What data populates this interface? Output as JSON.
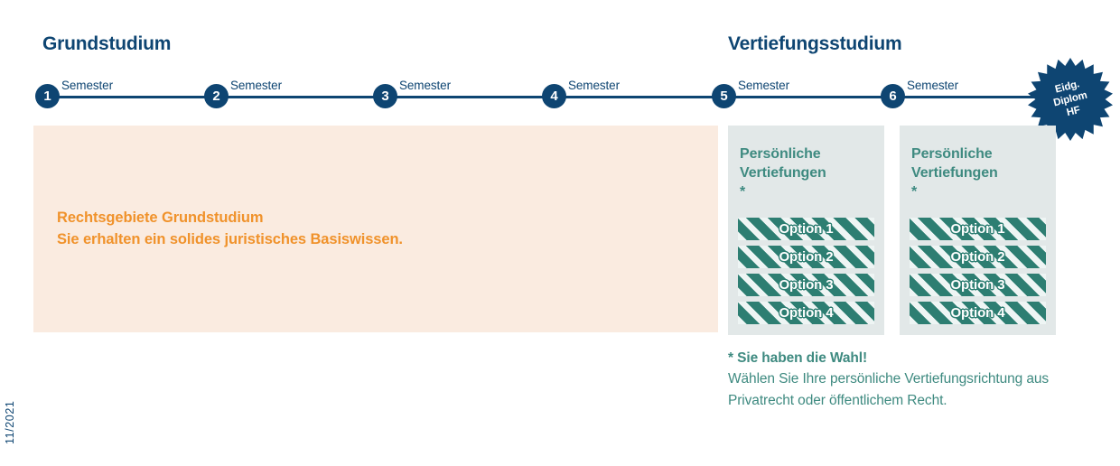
{
  "sections": {
    "basic_title": "Grundstudium",
    "advanced_title": "Vertiefungsstudium"
  },
  "timeline": {
    "nodes": [
      {
        "number": "1",
        "label": "Semester"
      },
      {
        "number": "2",
        "label": "Semester"
      },
      {
        "number": "3",
        "label": "Semester"
      },
      {
        "number": "4",
        "label": "Semester"
      },
      {
        "number": "5",
        "label": "Semester"
      },
      {
        "number": "6",
        "label": "Semester"
      }
    ]
  },
  "badge": {
    "line1": "Eidg.",
    "line2": "Diplom",
    "line3": "HF"
  },
  "basic_block": {
    "line1": "Rechtsgebiete Grundstudium",
    "line2": "Sie erhalten ein solides juristisches Basiswissen."
  },
  "panels": [
    {
      "heading_line1": "Persönliche",
      "heading_line2": "Vertiefungen",
      "star": "*",
      "options": [
        "Option 1",
        "Option 2",
        "Option 3",
        "Option 4"
      ]
    },
    {
      "heading_line1": "Persönliche",
      "heading_line2": "Vertiefungen",
      "star": "*",
      "options": [
        "Option 1",
        "Option 2",
        "Option 3",
        "Option 4"
      ]
    }
  ],
  "footnote": {
    "headline": "* Sie haben die Wahl!",
    "body": "Wählen Sie Ihre persönliche Vertiefungsrichtung aus Privatrecht oder öffentlichem Recht."
  },
  "meta": {
    "date": "11/2021"
  },
  "colors": {
    "navy": "#0E4572",
    "orange": "#F0922B",
    "peach_bg": "#FAEBE0",
    "panel_bg": "#E2E8E8",
    "teal_text": "#3E8A80",
    "teal_bar": "#2D7E72"
  }
}
